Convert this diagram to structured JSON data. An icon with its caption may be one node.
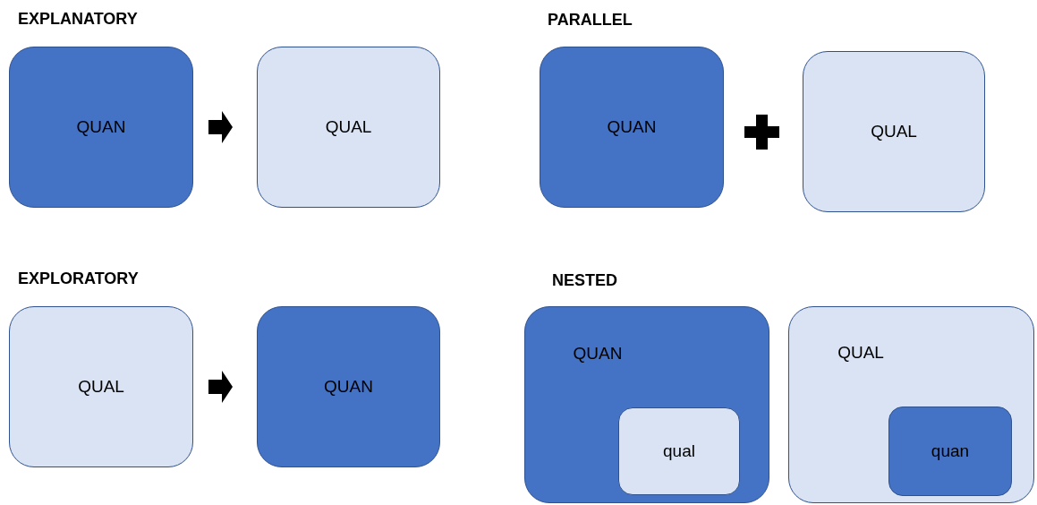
{
  "diagram": {
    "nodes": [
      {
        "text": [
          "QUAN"
        ]
      },
      {
        "text": [
          "QUAL"
        ]
      },
      {
        "text": [
          "QUAN"
        ]
      },
      {
        "text": [
          "QUAL"
        ]
      },
      {
        "text": [
          "QUAL"
        ]
      },
      {
        "text": [
          "QUAN"
        ]
      },
      {
        "text": [
          "QUAN"
        ]
      },
      {
        "text": [
          "qual"
        ],
        "in": 6
      },
      {
        "text": [
          "QUAL"
        ]
      },
      {
        "text": [
          "quan"
        ],
        "in": 8
      }
    ],
    "edges": [
      {
        "from": 0,
        "to": 1,
        "arrow": "to"
      },
      {
        "from": 4,
        "to": 5,
        "arrow": "to"
      }
    ],
    "labels": [
      "EXPLANATORY",
      "PARALLEL",
      "EXPLORATORY",
      "NESTED"
    ]
  }
}
